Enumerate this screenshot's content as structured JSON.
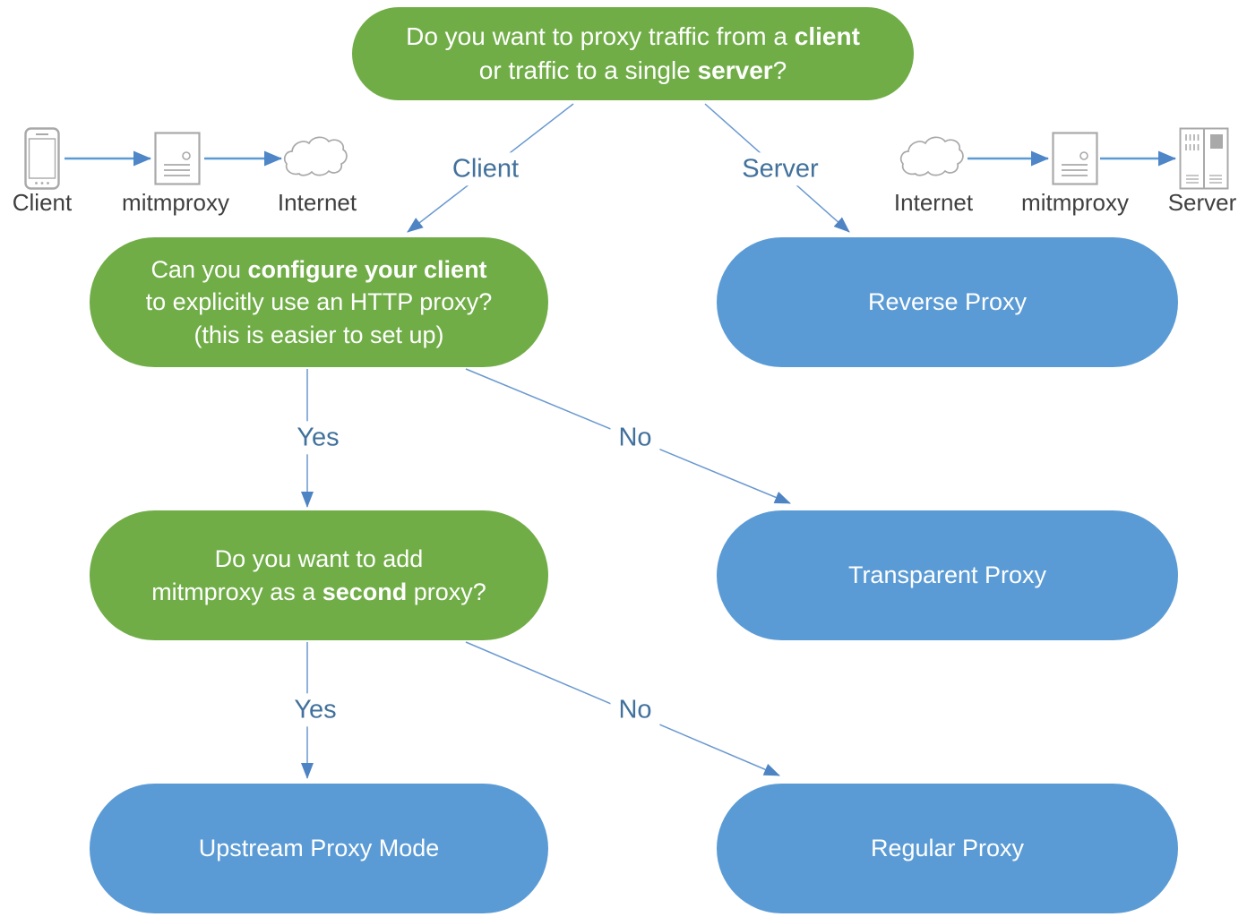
{
  "colors": {
    "node_green": "#70AD47",
    "node_blue": "#5B9BD5",
    "connector_line": "#6A99D0",
    "arrowhead": "#4E84C4",
    "edge_label_text": "#41719C",
    "icon_outline_gray": "#A9A9A9",
    "icon_label_text": "#3F3F3F",
    "background": "#FFFFFF"
  },
  "nodes": {
    "root": {
      "lines": [
        [
          {
            "t": "Do you want to proxy traffic from a "
          },
          {
            "t": "client",
            "b": true
          }
        ],
        [
          {
            "t": "or traffic to a single "
          },
          {
            "t": "server",
            "b": true
          },
          {
            "t": "?"
          }
        ]
      ]
    },
    "configure_client": {
      "lines": [
        [
          {
            "t": "Can you "
          },
          {
            "t": "configure your client",
            "b": true
          }
        ],
        [
          {
            "t": "to explicitly use an HTTP proxy?"
          }
        ],
        [
          {
            "t": "(this is easier to set up)"
          }
        ]
      ]
    },
    "second_proxy": {
      "lines": [
        [
          {
            "t": "Do you want to add"
          }
        ],
        [
          {
            "t": "mitmproxy as a "
          },
          {
            "t": "second",
            "b": true
          },
          {
            "t": " proxy?"
          }
        ]
      ]
    },
    "reverse_proxy": {
      "label": "Reverse Proxy"
    },
    "transparent_proxy": {
      "label": "Transparent Proxy"
    },
    "upstream_proxy": {
      "label": "Upstream Proxy Mode"
    },
    "regular_proxy": {
      "label": "Regular Proxy"
    }
  },
  "edges": {
    "client": "Client",
    "server": "Server",
    "yes_first": "Yes",
    "no_first": "No",
    "yes_second": "Yes",
    "no_second": "No"
  },
  "icon_flows": {
    "left": {
      "labels": [
        "Client",
        "mitmproxy",
        "Internet"
      ]
    },
    "right": {
      "labels": [
        "Internet",
        "mitmproxy",
        "Server"
      ]
    }
  }
}
